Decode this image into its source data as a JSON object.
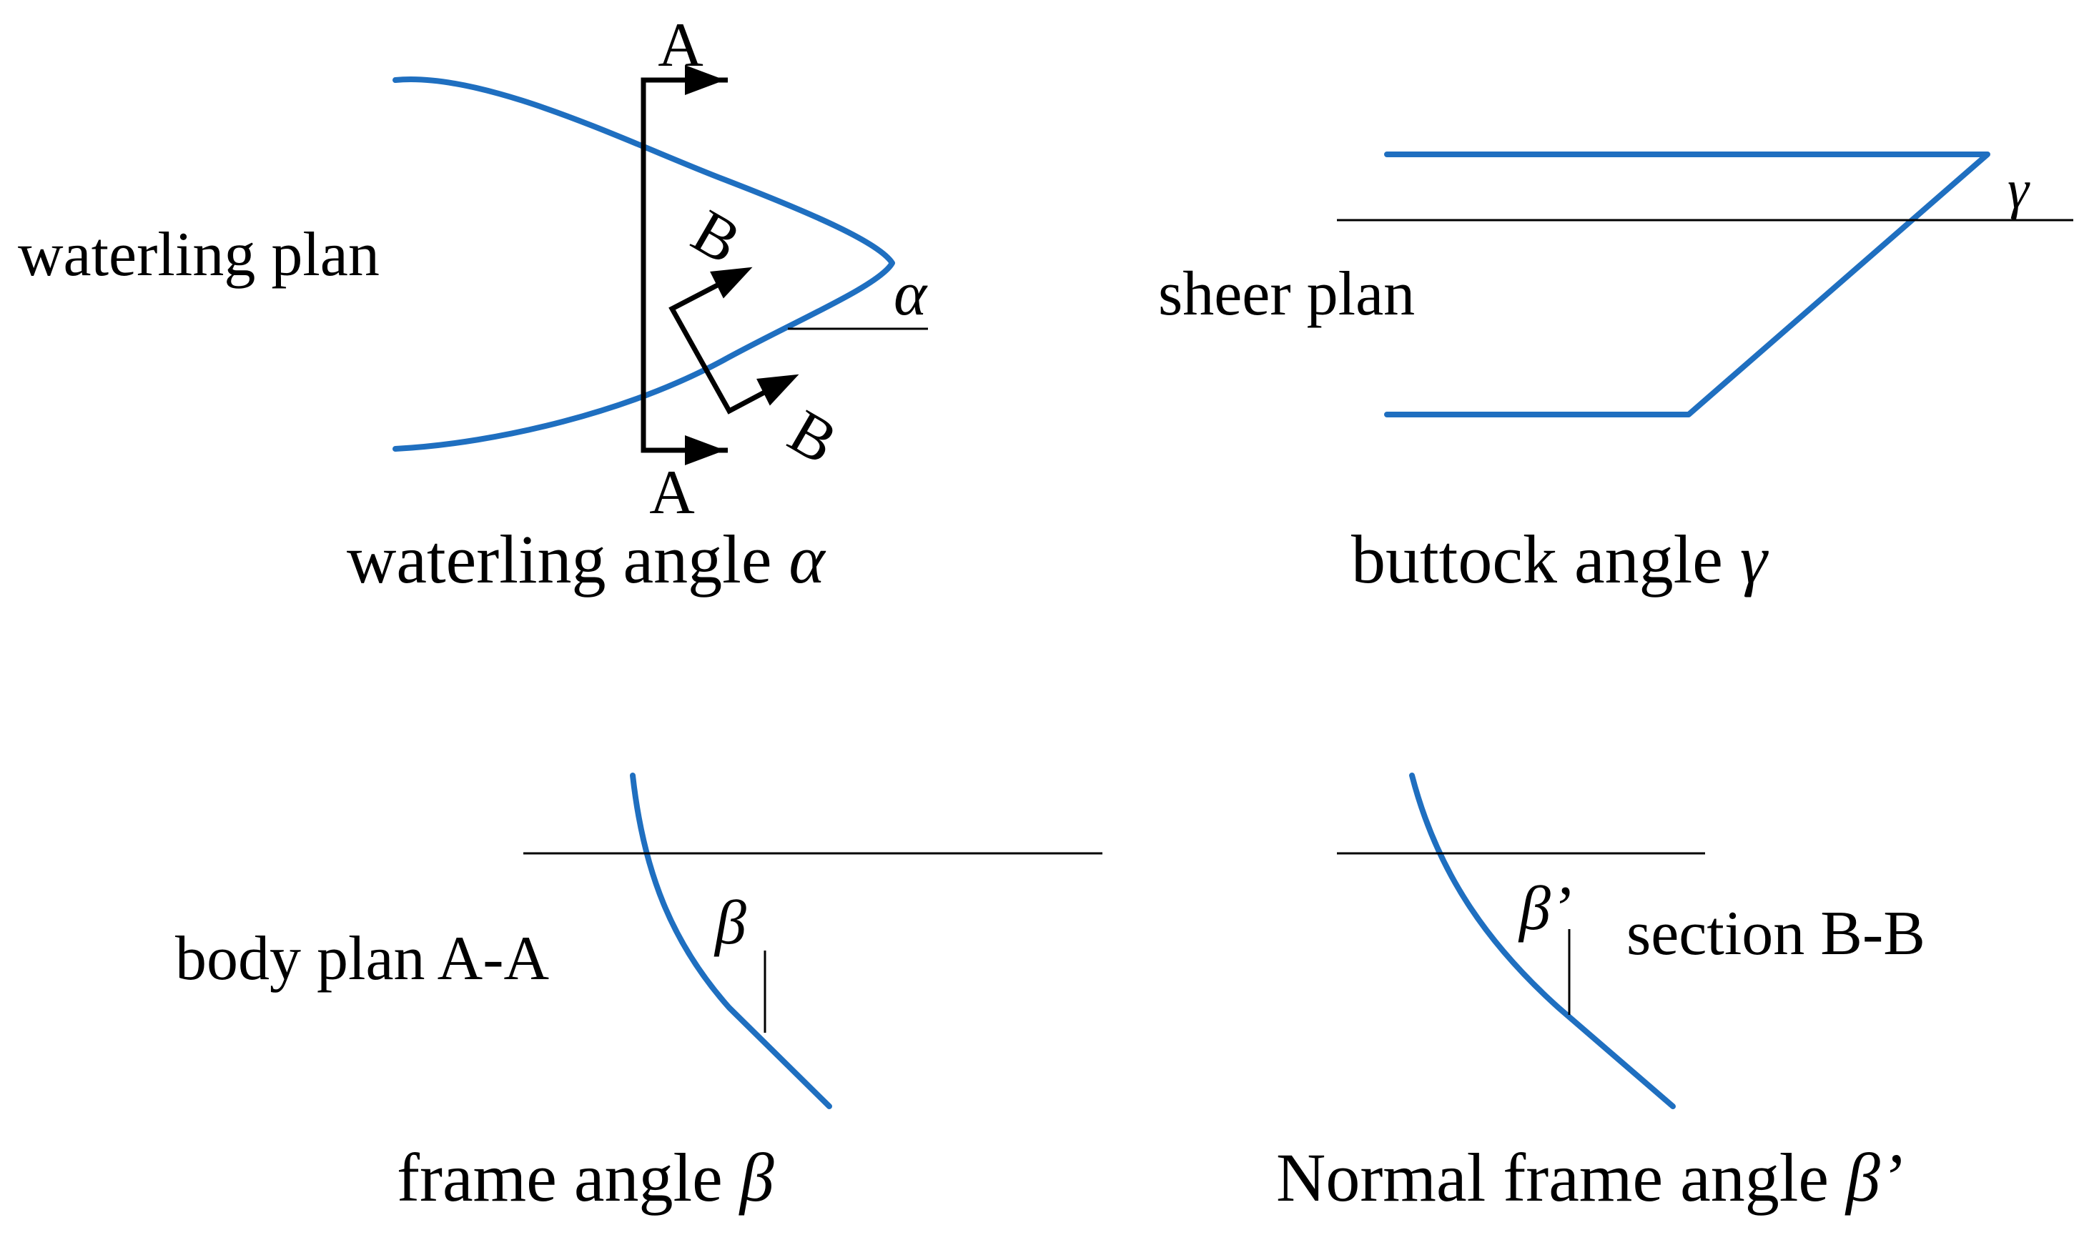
{
  "colors": {
    "hull_line": "#1f6fc0",
    "ink": "#000000",
    "background": "#ffffff"
  },
  "waterline": {
    "plan_label": "waterling plan",
    "caption_text": "waterling angle ",
    "caption_symbol": "α",
    "angle_symbol": "α",
    "section_a_top": "A",
    "section_a_bottom": "A",
    "section_b_top": "B",
    "section_b_bottom": "B"
  },
  "buttock": {
    "plan_label": "sheer plan",
    "caption_text": "buttock angle ",
    "caption_symbol": "γ",
    "angle_symbol": "γ"
  },
  "frame": {
    "plan_label": "body plan A-A",
    "caption_text": "frame angle ",
    "caption_symbol": "β",
    "angle_symbol": "β"
  },
  "normal_frame": {
    "plan_label": "section B-B",
    "caption_text": "Normal frame angle ",
    "caption_symbol": "β’",
    "angle_symbol": "β’"
  }
}
